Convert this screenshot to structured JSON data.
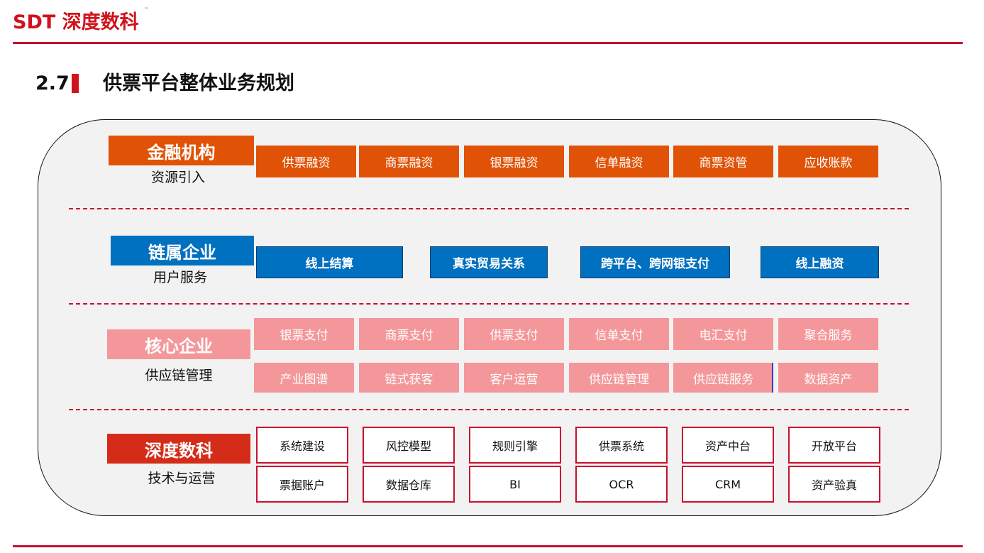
{
  "brand": {
    "logo": "SDT 深度数科",
    "tm": "™",
    "color": "#d0121b"
  },
  "section": {
    "number": "2.7",
    "title": "供票平台整体业务规划"
  },
  "colors": {
    "orange": "#e05206",
    "blue": "#0070c0",
    "pink": "#f4979a",
    "red": "#c8102e",
    "deep_red": "#d42c18"
  },
  "rows": {
    "financial": {
      "label": "金融机构",
      "sub": "资源引入",
      "items": [
        "供票融资",
        "商票融资",
        "银票融资",
        "信单融资",
        "商票资管",
        "应收账款"
      ]
    },
    "chain": {
      "label": "链属企业",
      "sub": "用户服务",
      "items": [
        "线上结算",
        "真实贸易关系",
        "跨平台、跨网银支付",
        "线上融资"
      ]
    },
    "core": {
      "label": "核心企业",
      "sub": "供应链管理",
      "items_row1": [
        "银票支付",
        "商票支付",
        "供票支付",
        "信单支付",
        "电汇支付",
        "聚合服务"
      ],
      "items_row2": [
        "产业图谱",
        "链式获客",
        "客户运营",
        "供应链管理",
        "供应链服务",
        "数据资产"
      ]
    },
    "tech": {
      "label": "深度数科",
      "sub": "技术与运营",
      "items_row1": [
        "系统建设",
        "风控模型",
        "规则引擎",
        "供票系统",
        "资产中台",
        "开放平台"
      ],
      "items_row2": [
        "票据账户",
        "数据仓库",
        "BI",
        "OCR",
        "CRM",
        "资产验真"
      ]
    }
  }
}
